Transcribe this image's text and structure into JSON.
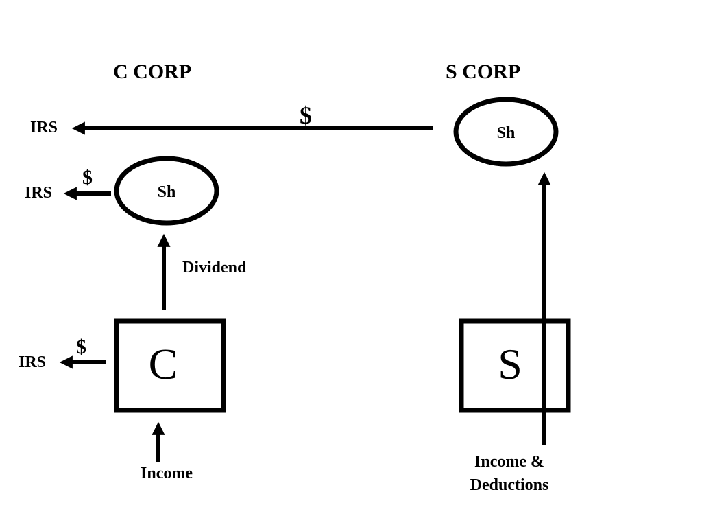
{
  "c_corp": {
    "heading": "C CORP",
    "box_letter": "C",
    "shareholder": "Sh",
    "dividend_label": "Dividend",
    "income_label": "Income",
    "irs_label_corp": "IRS",
    "irs_label_shareholder": "IRS",
    "dollar_corp": "$",
    "dollar_shareholder": "$"
  },
  "s_corp": {
    "heading": "S CORP",
    "box_letter": "S",
    "shareholder": "Sh",
    "income_label_line1": "Income &",
    "income_label_line2": "Deductions",
    "irs_label": "IRS",
    "dollar": "$"
  },
  "colors": {
    "ink": "#000000",
    "background": "#ffffff"
  }
}
